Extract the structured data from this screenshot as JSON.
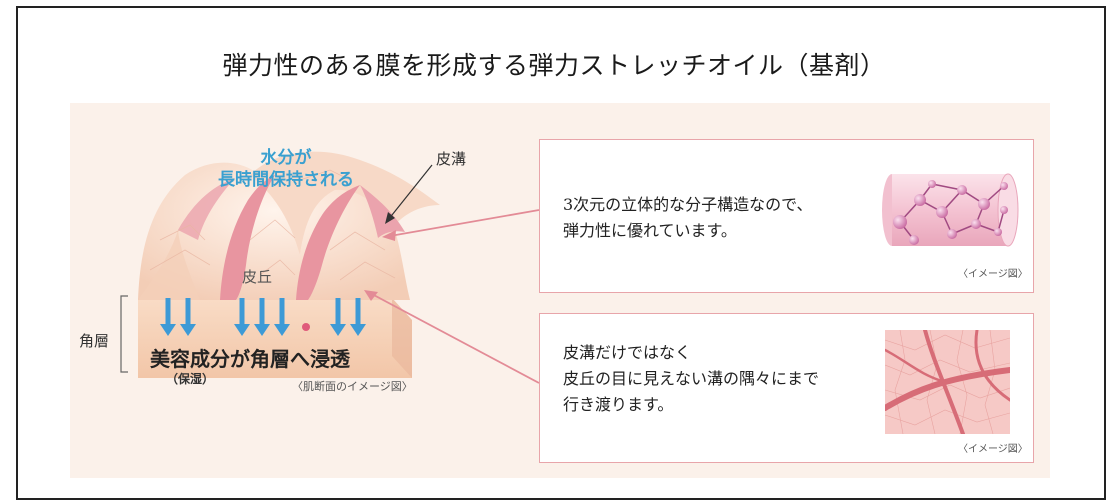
{
  "title": "弾力性のある膜を形成する弾力ストレッチオイル（基剤）",
  "skin": {
    "water_line1": "水分が",
    "water_line2": "長時間保持される",
    "hikyu": "皮丘",
    "hikou": "皮溝",
    "kakuso": "角層",
    "beauty": "美容成分が角層へ浸透",
    "hoshitsu": "（保湿）",
    "caption": "〈肌断面のイメージ図〉"
  },
  "box1": {
    "line1": "3次元の立体的な分子構造なので、",
    "line2": "弾力性に優れています。",
    "caption": "〈イメージ図〉"
  },
  "box2": {
    "line1": "皮溝だけではなく",
    "line2": "皮丘の目に見えない溝の隅々にまで",
    "line3": "行き渡ります。",
    "caption": "〈イメージ図〉"
  },
  "colors": {
    "arrow_blue": "#3d9ad6",
    "pink_line": "#e38b96",
    "panel_bg": "#fbf1ea",
    "skin_peach": "#f6d3bb",
    "groove_pink": "#e895a0"
  }
}
